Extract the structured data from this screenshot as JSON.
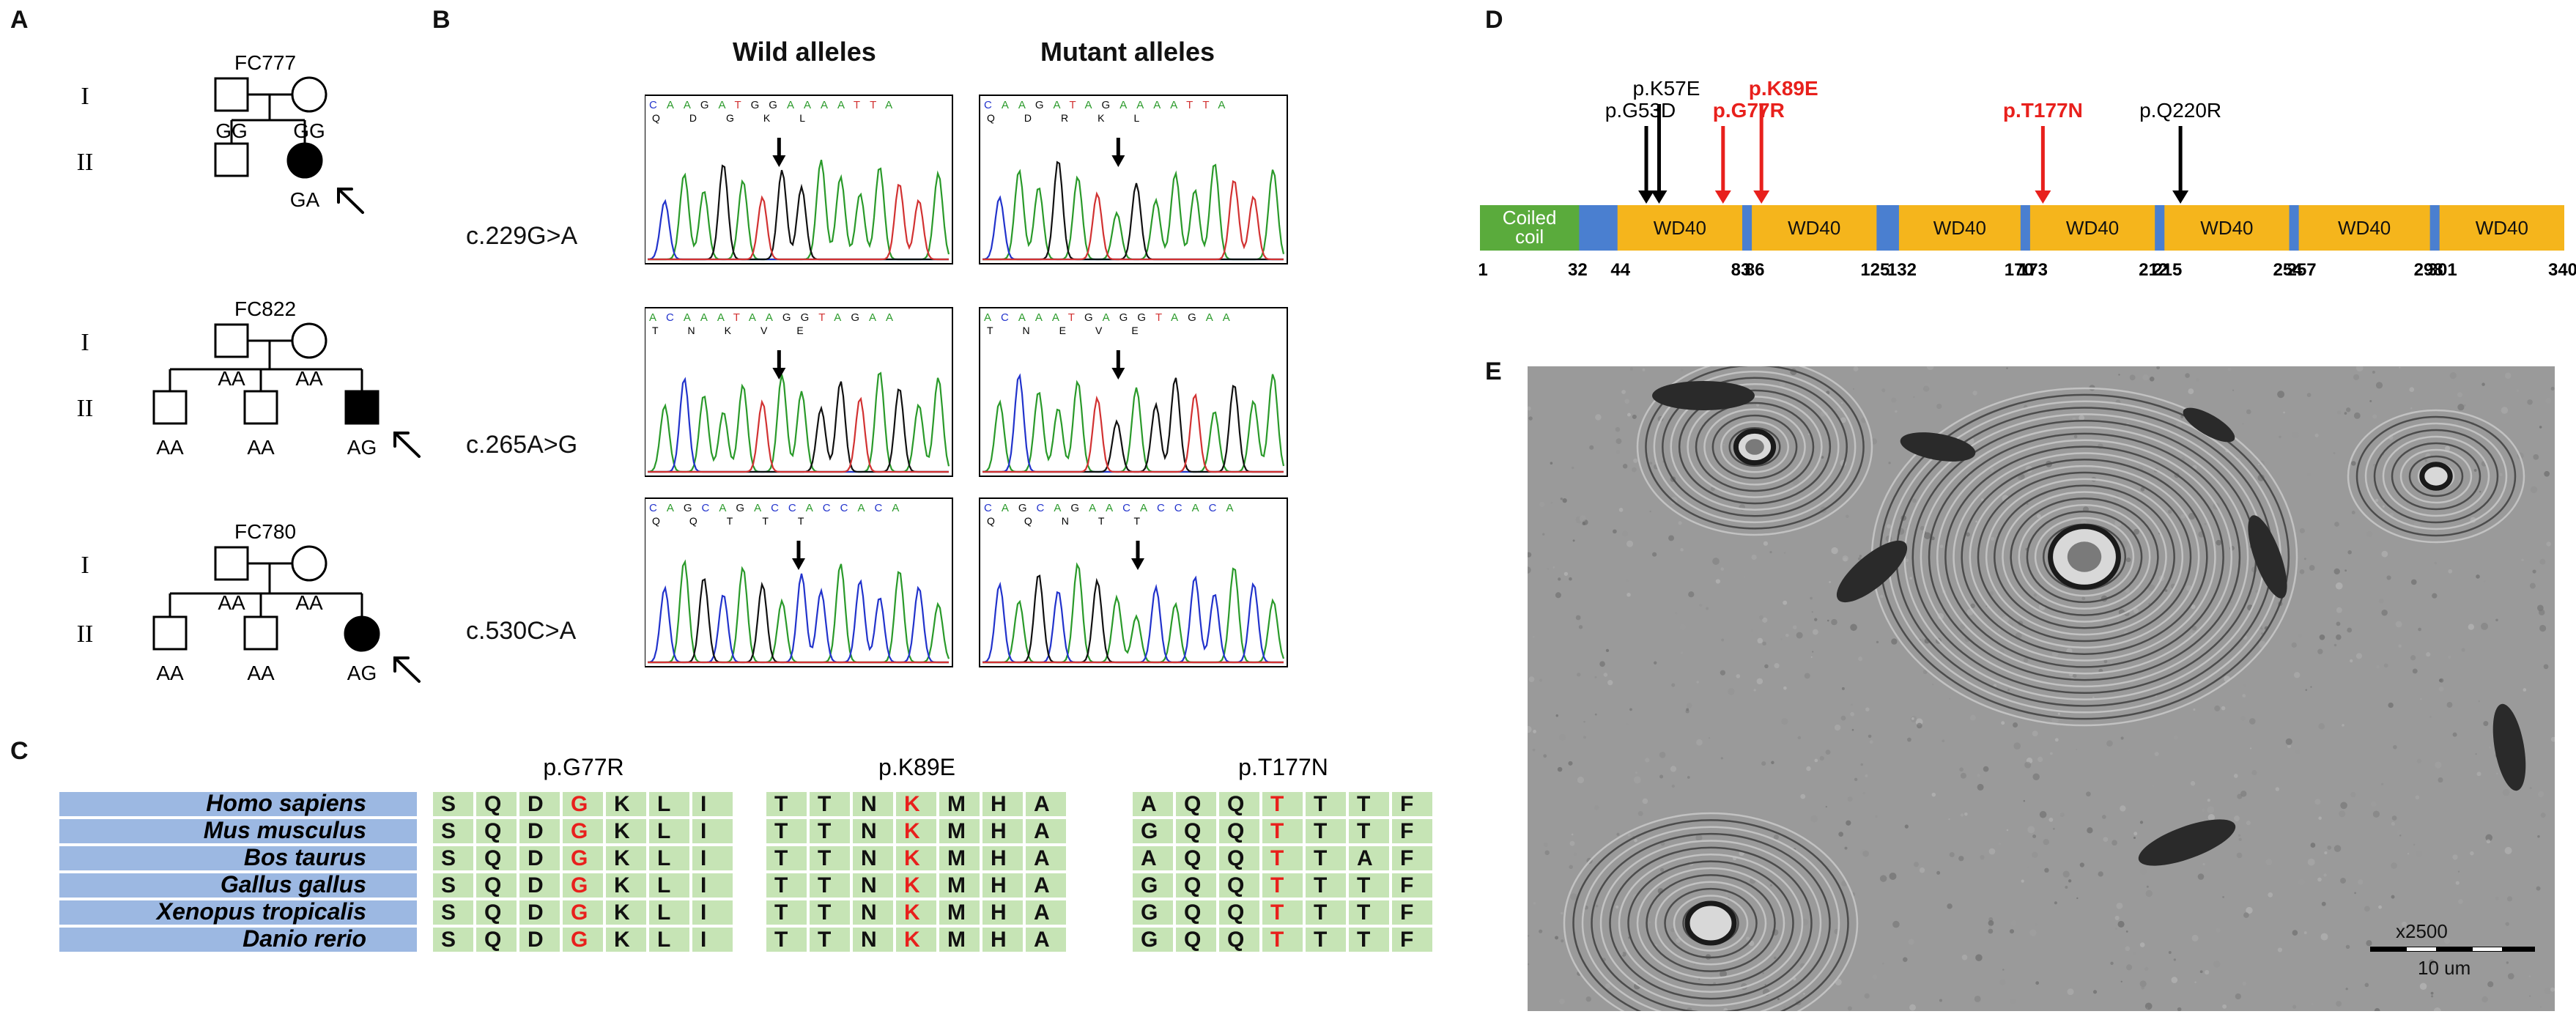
{
  "panels": {
    "A": "A",
    "B": "B",
    "C": "C",
    "D": "D",
    "E": "E"
  },
  "pedigrees": [
    {
      "id": "FC777",
      "gen1": {
        "label": "I",
        "father": "GG",
        "mother": "GG"
      },
      "gen2": {
        "label": "II",
        "children": [
          {
            "sex": "male",
            "affected": false,
            "genotype": ""
          },
          {
            "sex": "female",
            "affected": true,
            "genotype": "GA",
            "proband": true
          }
        ]
      }
    },
    {
      "id": "FC822",
      "gen1": {
        "label": "I",
        "father": "AA",
        "mother": "AA"
      },
      "gen2": {
        "label": "II",
        "children": [
          {
            "sex": "male",
            "affected": false,
            "genotype": "AA"
          },
          {
            "sex": "male",
            "affected": false,
            "genotype": "AA"
          },
          {
            "sex": "male",
            "affected": true,
            "genotype": "AG",
            "proband": true
          }
        ]
      }
    },
    {
      "id": "FC780",
      "gen1": {
        "label": "I",
        "father": "AA",
        "mother": "AA"
      },
      "gen2": {
        "label": "II",
        "children": [
          {
            "sex": "male",
            "affected": false,
            "genotype": "AA"
          },
          {
            "sex": "male",
            "affected": false,
            "genotype": "AA"
          },
          {
            "sex": "female",
            "affected": true,
            "genotype": "AG",
            "proband": true
          }
        ]
      }
    }
  ],
  "sequencing": {
    "col_headers": [
      "Wild alleles",
      "Mutant alleles"
    ],
    "rows": [
      {
        "mutation": "c.229G>A",
        "wild_seq": "CAAGATGGAAAATTA",
        "wild_aa": "Q D G K L",
        "mut_seq": "CAAGATAGAAAATTA",
        "mut_aa": "Q D R K L"
      },
      {
        "mutation": "c.265A>G",
        "wild_seq": "ACAAATAAGGTAGAA",
        "wild_aa": "T N K V E",
        "mut_seq": "ACAAATGAGGTAGAA",
        "mut_aa": "T N E V E"
      },
      {
        "mutation": "c.530C>A",
        "wild_seq": "CAGCAGACCACCACA",
        "wild_aa": "Q Q T T T",
        "mut_seq": "CAGCAGAACACCACA",
        "mut_aa": "Q Q N T T"
      }
    ]
  },
  "alignment": {
    "variants": [
      "p.G77R",
      "p.K89E",
      "p.T177N"
    ],
    "species": [
      "Homo sapiens",
      "Mus musculus",
      "Bos taurus",
      "Gallus gallus",
      "Xenopus tropicalis",
      "Danio rerio"
    ],
    "highlight_index": 3,
    "blocks": [
      [
        "SQDGKLI",
        "SQDGKLI",
        "SQDGKLI",
        "SQDGKLI",
        "SQDGKLI",
        "SQDGKLI"
      ],
      [
        "TTNKMHA",
        "TTNKMHA",
        "TTNKMHA",
        "TTNKMHA",
        "TTNKMHA",
        "TTNKMHA"
      ],
      [
        "AQQTTTF",
        "GQQTTTF",
        "AQQTTAF",
        "GQQTTTF",
        "GQQTTTF",
        "GQQTTTF"
      ]
    ]
  },
  "protein": {
    "domains": [
      {
        "label": "Coiled coil",
        "start": 1,
        "end": 32,
        "type": "coil"
      },
      {
        "label": "WD40",
        "start": 44,
        "end": 83,
        "type": "wd40"
      },
      {
        "label": "WD40",
        "start": 86,
        "end": 125,
        "type": "wd40"
      },
      {
        "label": "WD40",
        "start": 132,
        "end": 170,
        "type": "wd40"
      },
      {
        "label": "WD40",
        "start": 173,
        "end": 212,
        "type": "wd40"
      },
      {
        "label": "WD40",
        "start": 215,
        "end": 254,
        "type": "wd40"
      },
      {
        "label": "WD40",
        "start": 257,
        "end": 298,
        "type": "wd40"
      },
      {
        "label": "WD40",
        "start": 301,
        "end": 340,
        "type": "wd40"
      }
    ],
    "ticks": [
      "1",
      "32",
      "44",
      "83",
      "86",
      "125",
      "132",
      "170",
      "173",
      "212",
      "215",
      "254",
      "257",
      "298",
      "301",
      "340"
    ],
    "variants": [
      {
        "label": "p.G53D",
        "pos": 53,
        "color": "#000000"
      },
      {
        "label": "p.K57E",
        "pos": 57,
        "color": "#000000"
      },
      {
        "label": "p.G77R",
        "pos": 77,
        "color": "#e8201c"
      },
      {
        "label": "p.K89E",
        "pos": 89,
        "color": "#e8201c"
      },
      {
        "label": "p.T177N",
        "pos": 177,
        "color": "#e8201c"
      },
      {
        "label": "p.Q220R",
        "pos": 220,
        "color": "#000000"
      }
    ]
  },
  "em": {
    "magnification": "x2500",
    "scale_bar": "10 um"
  },
  "colors": {
    "coil": "#5aab3c",
    "wd40": "#f5b51c",
    "linker": "#4a7fd0",
    "species_bg": "#9cb8e2",
    "cell_bg": "#c6e4b5",
    "highlight": "#e8201c"
  }
}
